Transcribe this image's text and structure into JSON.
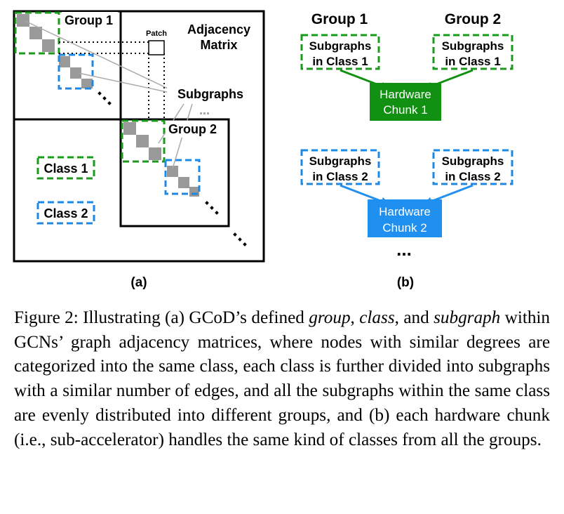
{
  "panel_a": {
    "group1_label": "Group 1",
    "group2_label": "Group 2",
    "patch_label": "Patch",
    "adjacency_line1": "Adjacency",
    "adjacency_line2": "Matrix",
    "subgraphs_label": "Subgraphs",
    "class1_label": "Class 1",
    "class2_label": "Class 2",
    "sublabel": "(a)"
  },
  "panel_b": {
    "group1_header": "Group 1",
    "group2_header": "Group 2",
    "box_line1": "Subgraphs",
    "class1_line2": "in Class 1",
    "class2_line2": "in Class 2",
    "hw_line1": "Hardware",
    "chunk1_line2": "Chunk 1",
    "chunk2_line2": "Chunk 2",
    "ellipsis": "...",
    "sublabel": "(b)"
  },
  "colors": {
    "class1_green": "#1a9a1a",
    "class2_blue": "#1e88e5",
    "chunk1_fill": "#119011",
    "chunk2_fill": "#1f8ff0",
    "cell_gray": "#999999"
  },
  "caption": {
    "prefix": "Figure 2: Illustrating (a) GCoD’s defined ",
    "term1": "group",
    "sep1": ", ",
    "term2": "class",
    "sep2": ", and ",
    "term3": "subgraph",
    "body": " within GCNs’ graph adjacency matrices, where nodes with similar degrees are categorized into the same class, each class is further divided into subgraphs with a similar number of edges, and all the subgraphs within the same class are evenly distributed into different groups, and (b) each hardware chunk (i.e., sub-accelerator) handles the same kind of classes from all the groups."
  }
}
